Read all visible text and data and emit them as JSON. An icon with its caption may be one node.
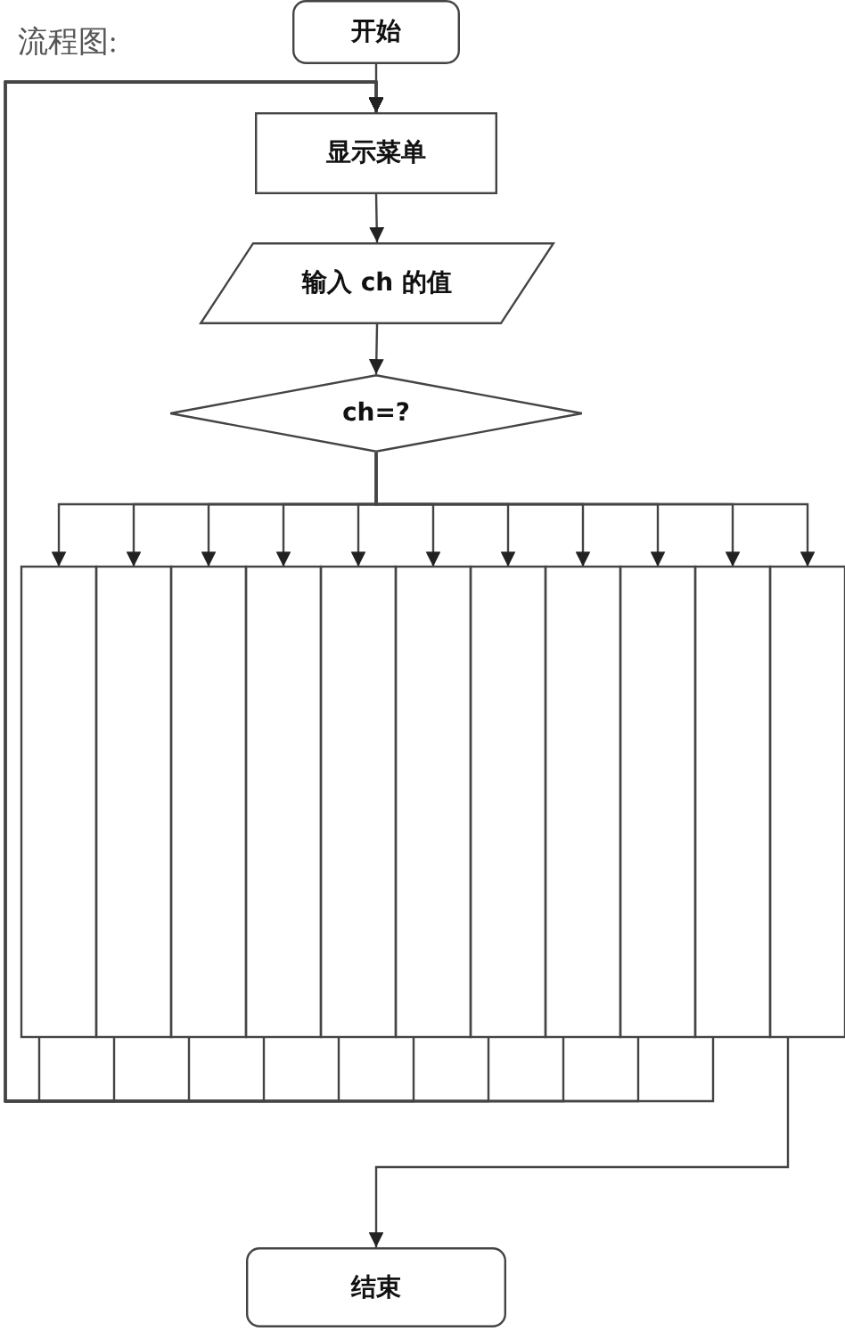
{
  "diagram": {
    "nodes": [
      {
        "text": [
          "开始"
        ]
      },
      {
        "text": [
          "显示菜单"
        ]
      },
      {
        "text": [
          "输入 ch 的值"
        ]
      },
      {
        "text": [
          "ch=?"
        ]
      },
      {
        "text": [],
        "shape": "box"
      },
      {
        "text": [],
        "shape": "box"
      },
      {
        "text": [],
        "shape": "box"
      },
      {
        "text": [],
        "shape": "box"
      },
      {
        "text": [],
        "shape": "box"
      },
      {
        "text": [],
        "shape": "box"
      },
      {
        "text": [],
        "shape": "box"
      },
      {
        "text": [],
        "shape": "box"
      },
      {
        "text": [],
        "shape": "box"
      },
      {
        "text": [],
        "shape": "box"
      },
      {
        "text": [],
        "shape": "box"
      },
      {
        "text": [
          "结束"
        ]
      }
    ],
    "edges": [
      {
        "from": 0,
        "to": 1,
        "arrow": "to"
      },
      {
        "from": 1,
        "to": 2,
        "arrow": "to"
      },
      {
        "from": 2,
        "to": 3,
        "arrow": "to"
      },
      {
        "from": 3,
        "to": 4,
        "arrow": "to"
      },
      {
        "from": 3,
        "to": 5,
        "arrow": "to"
      },
      {
        "from": 3,
        "to": 6,
        "arrow": "to"
      },
      {
        "from": 3,
        "to": 7,
        "arrow": "to"
      },
      {
        "from": 3,
        "to": 8,
        "arrow": "to"
      },
      {
        "from": 3,
        "to": 9,
        "arrow": "to"
      },
      {
        "from": 3,
        "to": 10,
        "arrow": "to"
      },
      {
        "from": 3,
        "to": 11,
        "arrow": "to"
      },
      {
        "from": 3,
        "to": 12,
        "arrow": "to"
      },
      {
        "from": 3,
        "to": 13,
        "arrow": "to"
      },
      {
        "from": 3,
        "to": 14,
        "arrow": "to"
      },
      {
        "from": 4,
        "to": 1,
        "arrow": "to"
      },
      {
        "from": 5,
        "to": 1,
        "arrow": "to"
      },
      {
        "from": 6,
        "to": 1,
        "arrow": "to"
      },
      {
        "from": 7,
        "to": 1,
        "arrow": "to"
      },
      {
        "from": 8,
        "to": 1,
        "arrow": "to"
      },
      {
        "from": 9,
        "to": 1,
        "arrow": "to"
      },
      {
        "from": 10,
        "to": 1,
        "arrow": "to"
      },
      {
        "from": 11,
        "to": 1,
        "arrow": "to"
      },
      {
        "from": 12,
        "to": 1,
        "arrow": "to"
      },
      {
        "from": 13,
        "to": 1,
        "arrow": "to"
      },
      {
        "from": 14,
        "to": 15,
        "arrow": "to"
      }
    ],
    "labels": [
      "流程图:"
    ]
  }
}
